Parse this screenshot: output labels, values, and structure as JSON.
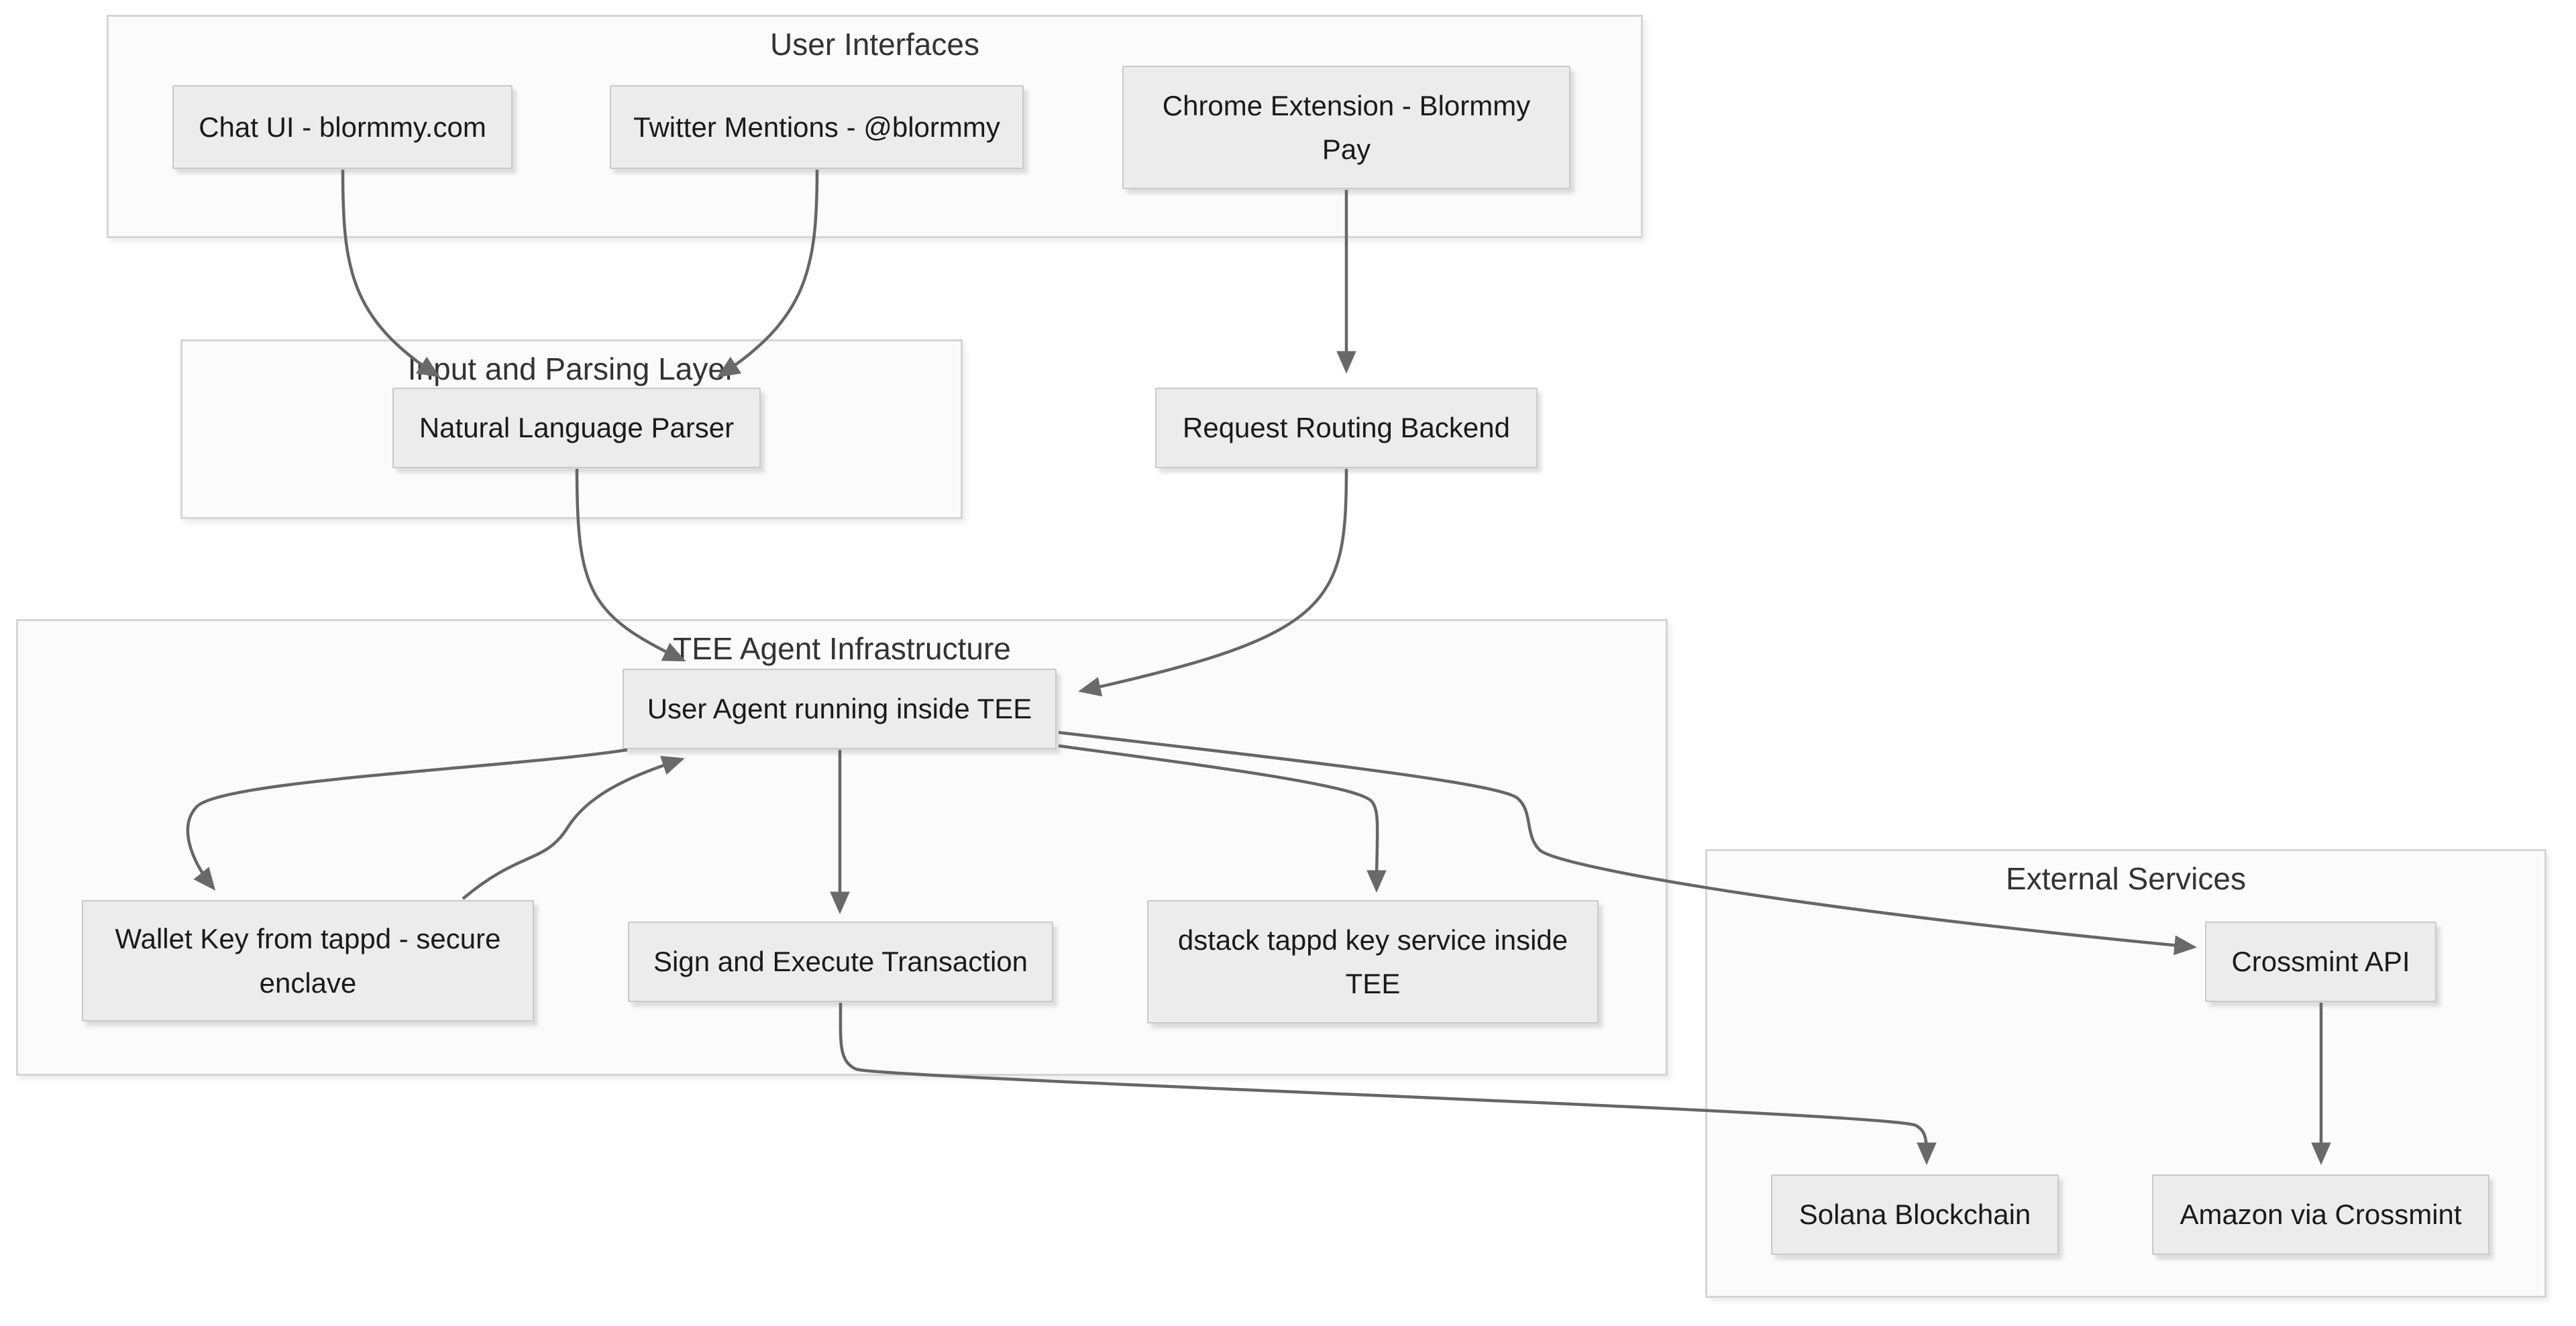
{
  "diagram": {
    "background_color": "#ffffff",
    "colors": {
      "node_fill": "#ececec",
      "node_border": "#c9c9c9",
      "node_text": "#1a1a1a",
      "container_fill": "#fbfbfb",
      "container_border": "#d5d5d5",
      "container_title_text": "#333333",
      "edge": "#666666"
    },
    "containers": [
      {
        "id": "user-interfaces",
        "title": "User Interfaces"
      },
      {
        "id": "input-parsing",
        "title": "Input and Parsing Layer"
      },
      {
        "id": "tee-agent",
        "title": "TEE Agent Infrastructure"
      },
      {
        "id": "external-services",
        "title": "External Services"
      }
    ],
    "nodes": [
      {
        "id": "chat-ui",
        "label": "Chat UI - blormmy.com",
        "container": "user-interfaces"
      },
      {
        "id": "twitter-mentions",
        "label": "Twitter Mentions - @blormmy",
        "container": "user-interfaces"
      },
      {
        "id": "chrome-extension",
        "label": "Chrome Extension - Blormmy Pay",
        "container": "user-interfaces"
      },
      {
        "id": "nl-parser",
        "label": "Natural Language Parser",
        "container": "input-parsing"
      },
      {
        "id": "request-routing",
        "label": "Request Routing Backend",
        "container": null
      },
      {
        "id": "user-agent",
        "label": "User Agent running inside TEE",
        "container": "tee-agent"
      },
      {
        "id": "wallet-key",
        "label": "Wallet Key from tappd - secure enclave",
        "container": "tee-agent"
      },
      {
        "id": "sign-execute",
        "label": "Sign and Execute Transaction",
        "container": "tee-agent"
      },
      {
        "id": "dstack-tappd",
        "label": "dstack tappd key service inside TEE",
        "container": "tee-agent"
      },
      {
        "id": "crossmint-api",
        "label": "Crossmint API",
        "container": "external-services"
      },
      {
        "id": "solana",
        "label": "Solana Blockchain",
        "container": "external-services"
      },
      {
        "id": "amazon",
        "label": "Amazon via Crossmint",
        "container": "external-services"
      }
    ],
    "edges": [
      {
        "from": "chat-ui",
        "to": "nl-parser"
      },
      {
        "from": "twitter-mentions",
        "to": "nl-parser"
      },
      {
        "from": "chrome-extension",
        "to": "request-routing"
      },
      {
        "from": "nl-parser",
        "to": "user-agent"
      },
      {
        "from": "request-routing",
        "to": "user-agent"
      },
      {
        "from": "user-agent",
        "to": "wallet-key"
      },
      {
        "from": "wallet-key",
        "to": "user-agent"
      },
      {
        "from": "user-agent",
        "to": "sign-execute"
      },
      {
        "from": "user-agent",
        "to": "dstack-tappd"
      },
      {
        "from": "user-agent",
        "to": "crossmint-api"
      },
      {
        "from": "sign-execute",
        "to": "solana"
      },
      {
        "from": "crossmint-api",
        "to": "amazon"
      }
    ]
  }
}
